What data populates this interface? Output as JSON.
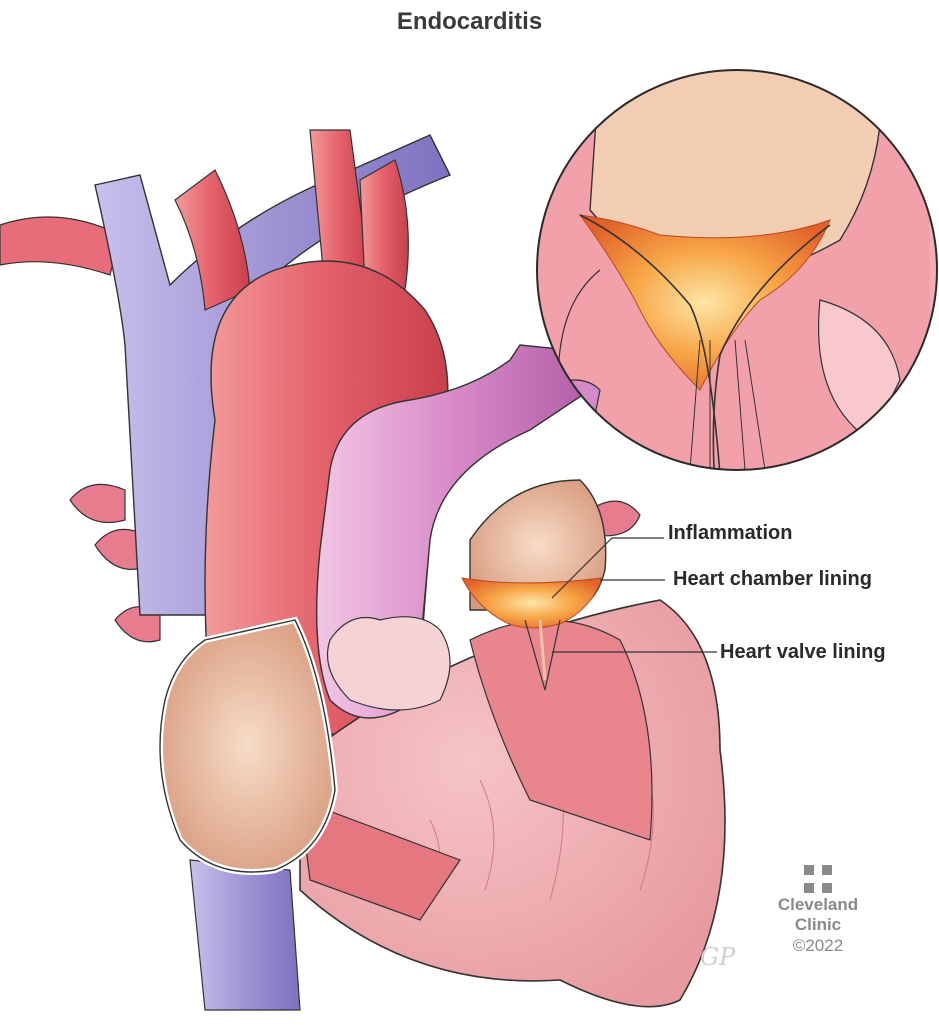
{
  "title": "Endocarditis",
  "labels": [
    {
      "text": "Inflammation"
    },
    {
      "text": "Heart chamber lining"
    },
    {
      "text": "Heart valve lining"
    }
  ],
  "credit": {
    "logo_icon": "cleveland-clinic-cross-icon",
    "name_line1": "Cleveland",
    "name_line2": "Clinic",
    "copyright": "©2022",
    "signature": "GP"
  },
  "colors": {
    "text": "#2a2a2a",
    "logo_gray": "#8a8a8c",
    "vein_purple": "#9b8fd0",
    "artery_red": "#e0575f",
    "pulmonary_pink": "#d478c0",
    "myocardium_pink": "#f2b7bd",
    "inflammation_orange": "#f08a2a"
  }
}
